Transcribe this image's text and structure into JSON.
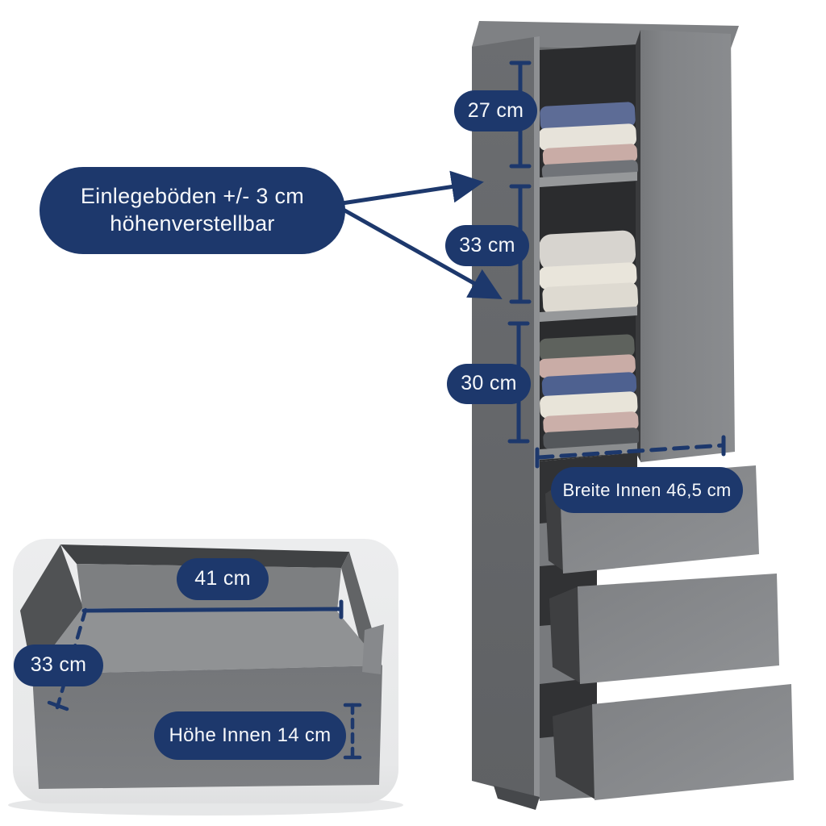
{
  "colors": {
    "navy": "#1d386c",
    "page_bg": "#ffffff",
    "cabinet_grey": "#85878a",
    "card_grey": "#e9eaeb"
  },
  "callout": {
    "line1": "Einlegeböden +/- 3 cm",
    "line2": "höhenverstellbar"
  },
  "cabinet": {
    "compartment1_height": "27 cm",
    "compartment2_height": "33 cm",
    "compartment3_height": "30 cm",
    "inner_width": "Breite Innen 46,5 cm"
  },
  "drawer": {
    "inner_width": "41 cm",
    "inner_depth": "33 cm",
    "inner_height": "Höhe Innen 14 cm"
  }
}
